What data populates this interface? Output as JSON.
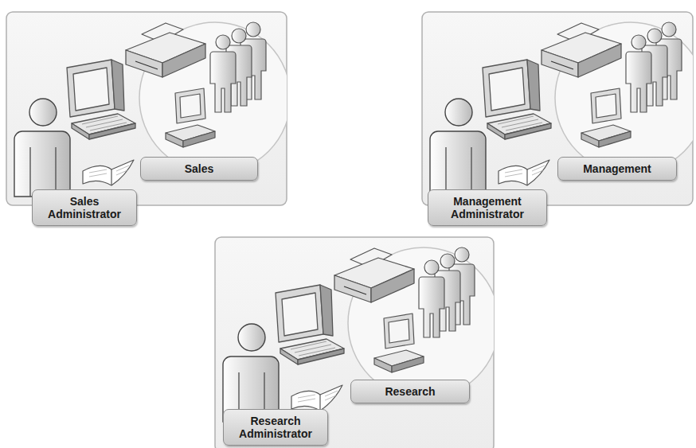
{
  "diagram": {
    "nodes": [
      {
        "text": [
          "Sales"
        ]
      },
      {
        "text": [
          "Sales Administrator"
        ]
      },
      {
        "text": [
          "Management"
        ]
      },
      {
        "text": [
          "Management Administrator"
        ]
      },
      {
        "text": [
          "Research"
        ]
      },
      {
        "text": [
          "Research Administrator"
        ]
      }
    ]
  }
}
